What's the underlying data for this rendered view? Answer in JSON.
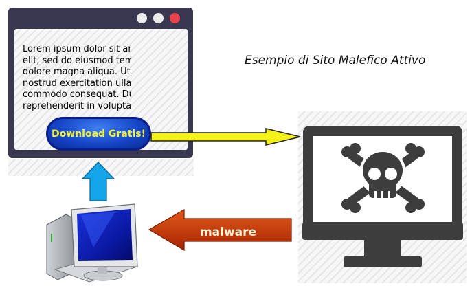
{
  "title": "Esempio di Sito Malefico Attivo",
  "browser": {
    "lorem_text": "Lorem ipsum dolor sit amet, consectetur\nelit, sed do eiusmod tempor incididunt\ndolore magna aliqua. Ut enim ad minim\nnostrud exercitation ullamco laboris\ncommodo consequat. Duis aute irure\nreprehenderit in voluptate velit esse",
    "download_button_label": "Download Gratis!"
  },
  "arrows": {
    "malware_label": "malware"
  },
  "icons": {
    "infected_monitor": "skull-crossbones-monitor-icon",
    "user_computer": "desktop-computer-icon"
  },
  "colors": {
    "window_frame": "#3a3850",
    "close_dot": "#e8424a",
    "button_fill": "#1646c8",
    "button_text": "#f6f22a",
    "arrow_yellow": "#f4f218",
    "arrow_blue": "#14a6e8",
    "malware_arrow": "#c43206",
    "monitor_dark": "#3d3d3d"
  }
}
